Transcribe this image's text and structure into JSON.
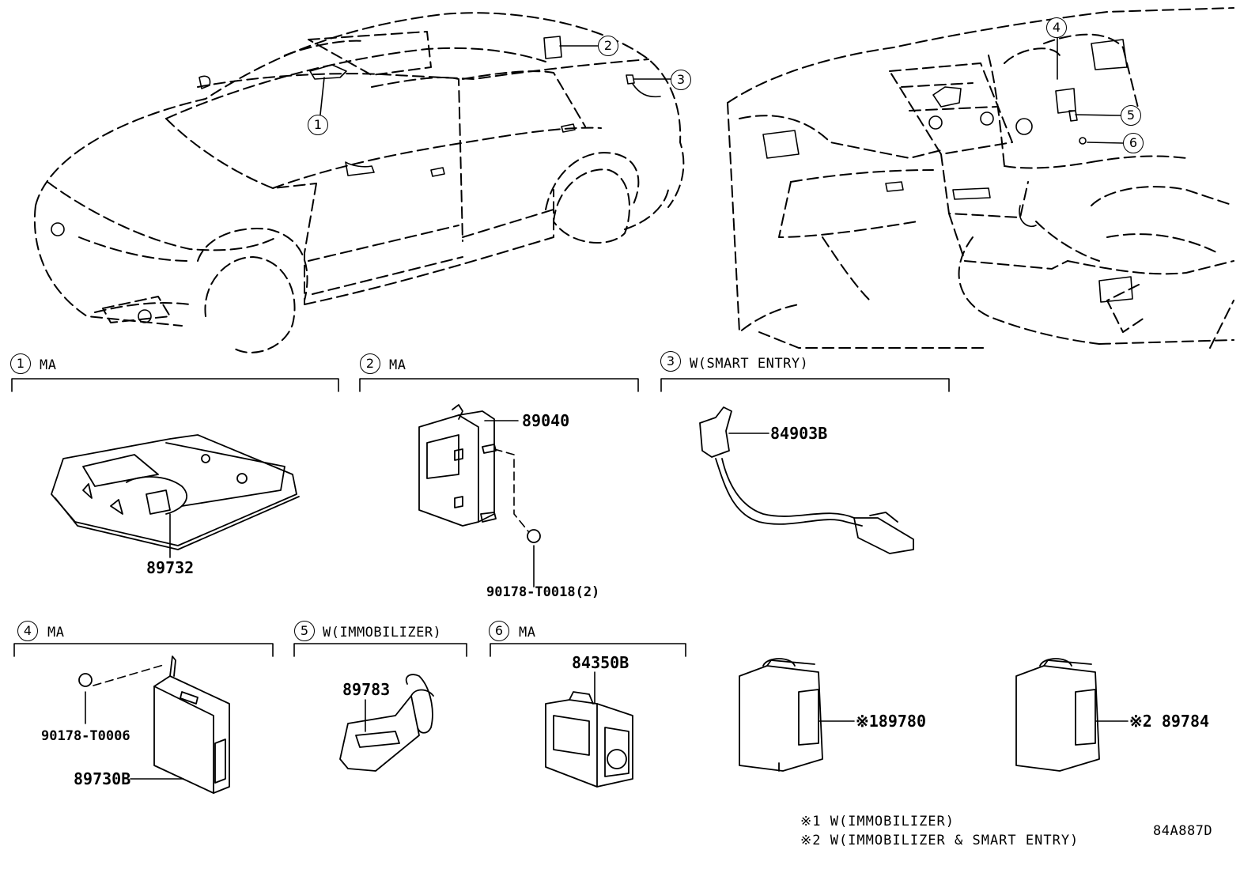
{
  "diagram": {
    "code": "84A887D",
    "callouts": [
      "1",
      "2",
      "3",
      "4",
      "5",
      "6"
    ],
    "sections": [
      {
        "num": "1",
        "label": "MA"
      },
      {
        "num": "2",
        "label": "MA"
      },
      {
        "num": "3",
        "label": "W(SMART ENTRY)"
      },
      {
        "num": "4",
        "label": "MA"
      },
      {
        "num": "5",
        "label": "W(IMMOBILIZER)"
      },
      {
        "num": "6",
        "label": "MA"
      }
    ],
    "parts": {
      "p89732": "89732",
      "p89040": "89040",
      "p90178_t0018": "90178-T0018(2)",
      "p84903b": "84903B",
      "p90178_t0006": "90178-T0006",
      "p89730b": "89730B",
      "p89783": "89783",
      "p84350b": "84350B",
      "p89780": "※189780",
      "p89784": "※2 89784"
    },
    "notes": [
      "※1 W(IMMOBILIZER)",
      "※2 W(IMMOBILIZER & SMART ENTRY)"
    ]
  }
}
